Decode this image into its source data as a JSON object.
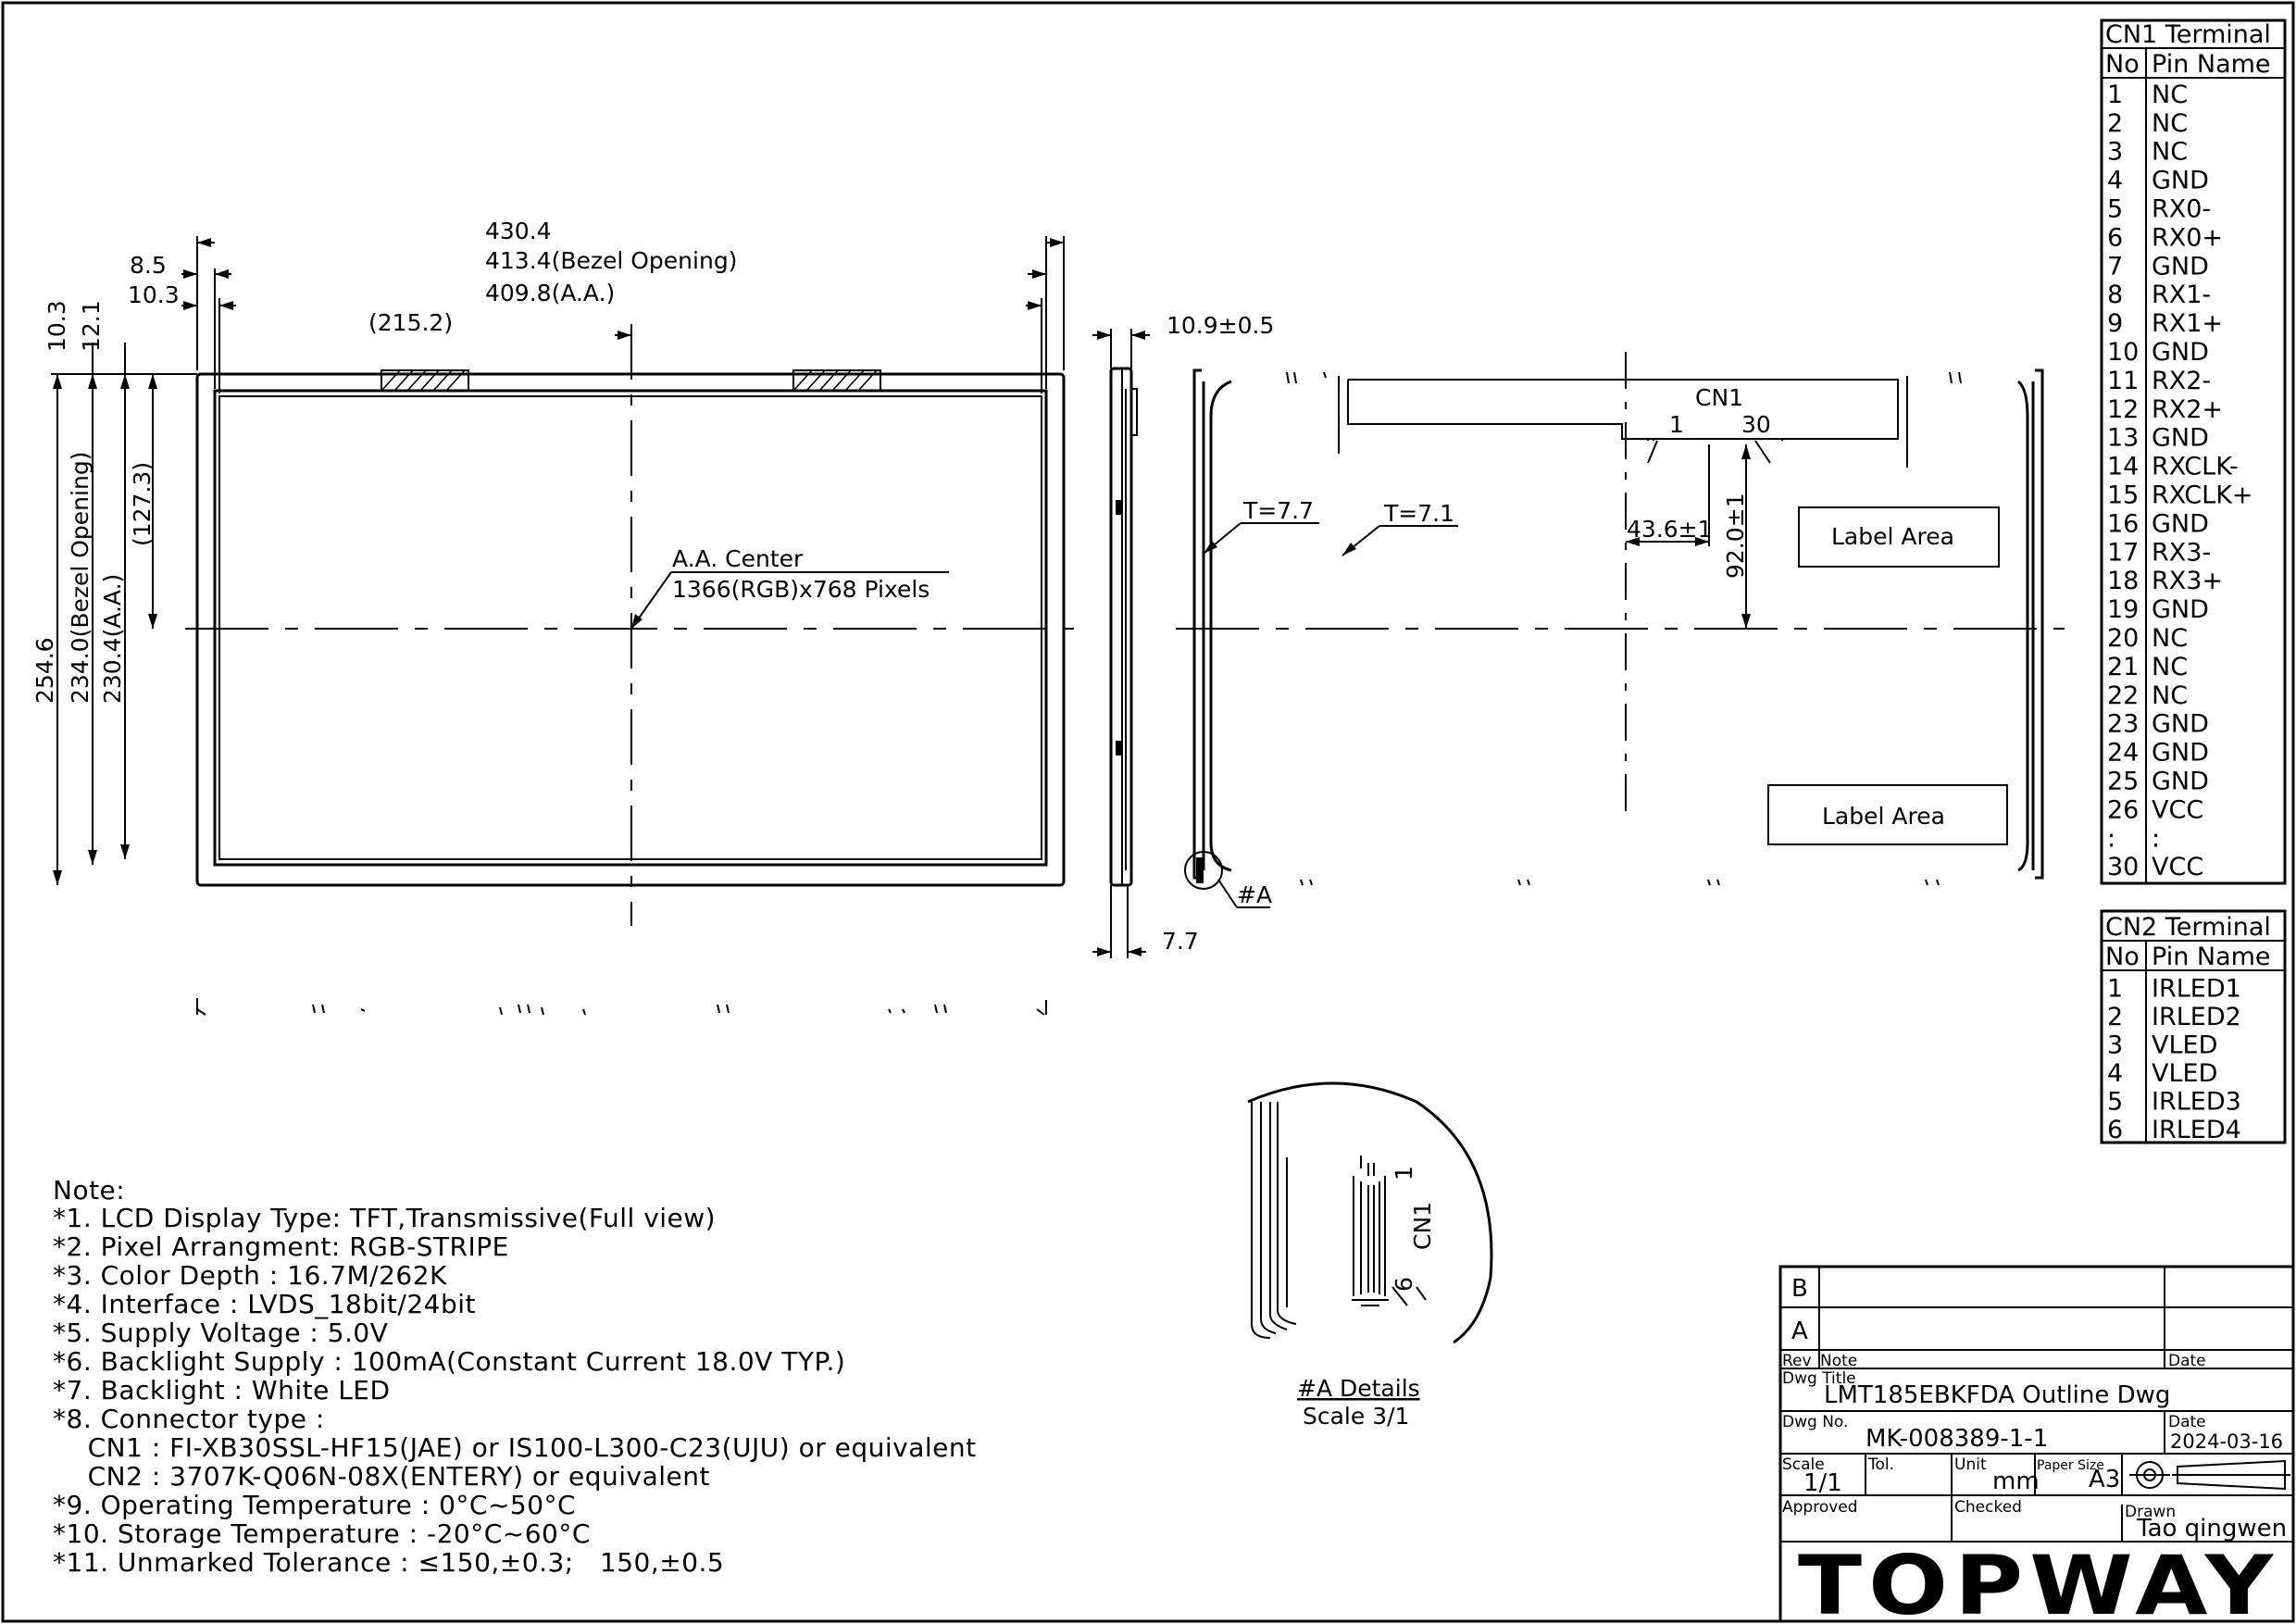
{
  "drawing": {
    "front_view": {
      "dims_top": [
        "430.4",
        "413.4(Bezel Opening)",
        "409.8(A.A.)"
      ],
      "dim_left_offsets": [
        "8.5",
        "10.3"
      ],
      "dim_half": "(215.2)",
      "dims_left": [
        "10.3",
        "12.1",
        "254.6",
        "234.0(Bezel Opening)",
        "230.4(A.A.)",
        "(127.3)"
      ],
      "aa_center": "A.A. Center",
      "pixels": "1366(RGB)x768 Pixels"
    },
    "side_view": {
      "thickness_top": "10.9±0.5",
      "thickness_bottom": "7.7"
    },
    "rear_view": {
      "t1": "T=7.7",
      "t2": "T=7.1",
      "cn1_label": "CN1",
      "cn1_pin_first": "1",
      "cn1_pin_last": "30",
      "dim_x": "43.6±1",
      "dim_y": "92.0±1",
      "label_area_1": "Label Area",
      "label_area_2": "Label Area",
      "detail_ref": "#A"
    },
    "detail": {
      "cn1_label": "CN1",
      "pin_1": "1",
      "pin_6": "6",
      "title": "#A Details",
      "scale": "Scale 3/1"
    }
  },
  "cn1_table": {
    "title": "CN1 Terminal",
    "col_no": "No",
    "col_name": "Pin Name",
    "rows": [
      [
        "1",
        "NC"
      ],
      [
        "2",
        "NC"
      ],
      [
        "3",
        "NC"
      ],
      [
        "4",
        "GND"
      ],
      [
        "5",
        "RX0-"
      ],
      [
        "6",
        "RX0+"
      ],
      [
        "7",
        "GND"
      ],
      [
        "8",
        "RX1-"
      ],
      [
        "9",
        "RX1+"
      ],
      [
        "10",
        "GND"
      ],
      [
        "11",
        "RX2-"
      ],
      [
        "12",
        "RX2+"
      ],
      [
        "13",
        "GND"
      ],
      [
        "14",
        "RXCLK-"
      ],
      [
        "15",
        "RXCLK+"
      ],
      [
        "16",
        "GND"
      ],
      [
        "17",
        "RX3-"
      ],
      [
        "18",
        "RX3+"
      ],
      [
        "19",
        "GND"
      ],
      [
        "20",
        "NC"
      ],
      [
        "21",
        "NC"
      ],
      [
        "22",
        "NC"
      ],
      [
        "23",
        "GND"
      ],
      [
        "24",
        "GND"
      ],
      [
        "25",
        "GND"
      ],
      [
        "26",
        "VCC"
      ],
      [
        ":",
        ":"
      ],
      [
        "30",
        "VCC"
      ]
    ]
  },
  "cn2_table": {
    "title": "CN2 Terminal",
    "col_no": "No",
    "col_name": "Pin Name",
    "rows": [
      [
        "1",
        "IRLED1"
      ],
      [
        "2",
        "IRLED2"
      ],
      [
        "3",
        "VLED"
      ],
      [
        "4",
        "VLED"
      ],
      [
        "5",
        "IRLED3"
      ],
      [
        "6",
        "IRLED4"
      ]
    ]
  },
  "notes": {
    "heading": "Note:",
    "lines": [
      "*1. LCD Display Type: TFT,Transmissive(Full view)",
      "*2. Pixel Arrangment: RGB-STRIPE",
      "*3. Color Depth : 16.7M/262K",
      "*4. Interface : LVDS_18bit/24bit",
      "*5. Supply Voltage : 5.0V",
      "*6. Backlight Supply : 100mA(Constant Current 18.0V TYP.)",
      "*7. Backlight : White LED",
      "*8. Connector type :",
      "    CN1 : FI-XB30SSL-HF15(JAE) or IS100-L300-C23(UJU) or equivalent",
      "    CN2 : 3707K-Q06N-08X(ENTERY) or equivalent",
      "*9. Operating Temperature : 0°C~50°C",
      "*10. Storage Temperature : -20°C~60°C",
      "*11. Unmarked Tolerance : ≤150,±0.3;   150,±0.5"
    ]
  },
  "title_block": {
    "rev_b": "B",
    "rev_a": "A",
    "rev": "Rev",
    "note": "Note",
    "date": "Date",
    "dwg_title_label": "Dwg Title",
    "dwg_title": "LMT185EBKFDA Outline Dwg",
    "dwg_no_label": "Dwg No.",
    "dwg_no": "MK-008389-1-1",
    "date_label": "Date",
    "date_value": "2024-03-16",
    "scale_label": "Scale",
    "scale_value": "1/1",
    "tol_label": "Tol.",
    "unit_label": "Unit",
    "unit_value": "mm",
    "paper_label": "Paper Size",
    "paper_value": "A3",
    "approved_label": "Approved",
    "checked_label": "Checked",
    "drawn_label": "Drawn",
    "drawn_value": "Tao qingwen",
    "brand": "TOPWAY"
  },
  "colors": {
    "ink": "#000000",
    "paper": "#ffffff"
  }
}
